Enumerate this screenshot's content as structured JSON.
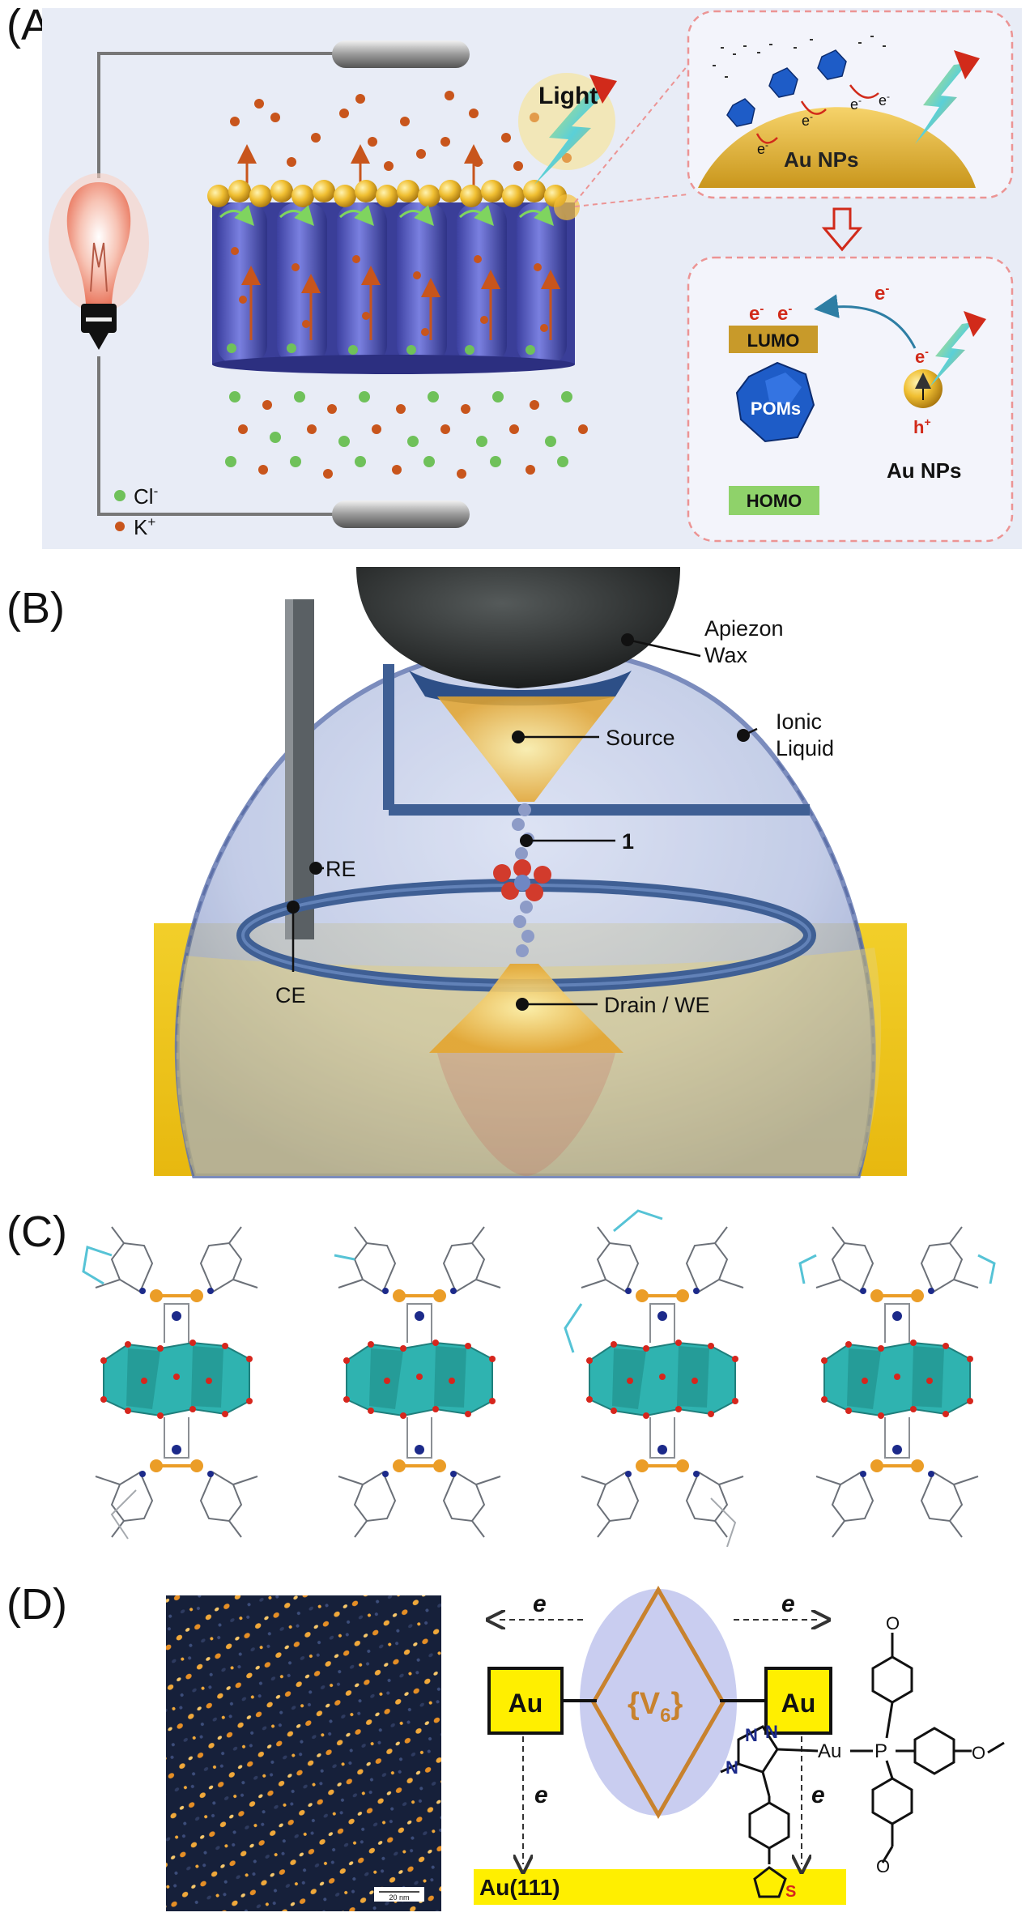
{
  "panels": {
    "a": {
      "label": "(A)",
      "light": "Light",
      "legend_cl": "Cl",
      "legend_cl_sup": "-",
      "legend_k": "K",
      "legend_k_sup": "+",
      "inset_au": "Au NPs",
      "electron": "e",
      "electron_sup": "-",
      "lumo": "LUMO",
      "homo": "HOMO",
      "poms": "POMs",
      "au_nps": "Au NPs",
      "hole": "h",
      "hole_sup": "+",
      "colors": {
        "gold": "#e7b431",
        "tube": "#5b61c9",
        "cl": "#6fc15a",
        "k": "#c8551c",
        "lumo": "#c89a2a",
        "homo": "#8fd26a",
        "red": "#d12a1a",
        "frame": "#ec9494",
        "bg": "#e8ecf6"
      }
    },
    "b": {
      "label": "(B)",
      "apiezon_1": "Apiezon",
      "apiezon_2": "Wax",
      "ionic_1": "Ionic",
      "ionic_2": "Liquid",
      "source": "Source",
      "molecule": "1",
      "re": "RE",
      "ce": "CE",
      "drain": "Drain / WE",
      "colors": {
        "gold": "#f2cf2a",
        "liquid": "#b9c4e3",
        "wire": "#3f5f94",
        "wax": "#262a2a"
      }
    },
    "c": {
      "label": "(C)",
      "colors": {
        "poly": "#2fb3b0",
        "gold": "#eb9d27",
        "oxygen": "#d6261d",
        "nitrogen": "#1c2a8a",
        "carbon": "#9aa0a6",
        "ligand": "#56c3d6"
      }
    },
    "d": {
      "label": "(D)",
      "scale": "20 nm",
      "e_left": "e",
      "e_right": "e",
      "e_down_left": "e",
      "e_down_right": "e",
      "au_left": "Au",
      "au_right": "Au",
      "v6": "{V",
      "v6_sub": "6",
      "v6_close": "}",
      "au111": "Au(111)",
      "au_chain": "Au",
      "phos": "P",
      "n1": "N",
      "n2": "N",
      "n3": "N",
      "s": "S",
      "o1": "O",
      "o2": "O",
      "o3": "O",
      "colors": {
        "yellow": "#ffef00",
        "diamond": "#c8822e",
        "ellipse": "#c9cdf0",
        "text_v6": "#c8822e"
      }
    }
  }
}
